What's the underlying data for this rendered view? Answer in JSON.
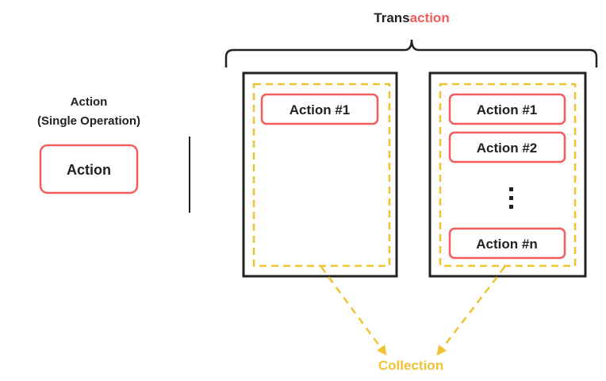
{
  "title": {
    "prefix": "Trans",
    "suffix": "action"
  },
  "left": {
    "heading_line1": "Action",
    "heading_line2": "(Single Operation)",
    "action_label": "Action"
  },
  "transaction_boxes": [
    {
      "actions": [
        "Action #1"
      ]
    },
    {
      "actions": [
        "Action #1",
        "Action #2",
        "Action #n"
      ],
      "ellipsis": "⋮"
    }
  ],
  "collection_label": "Collection",
  "colors": {
    "red": "#f45b5b",
    "yellow": "#f1c232",
    "dark": "#222222"
  }
}
